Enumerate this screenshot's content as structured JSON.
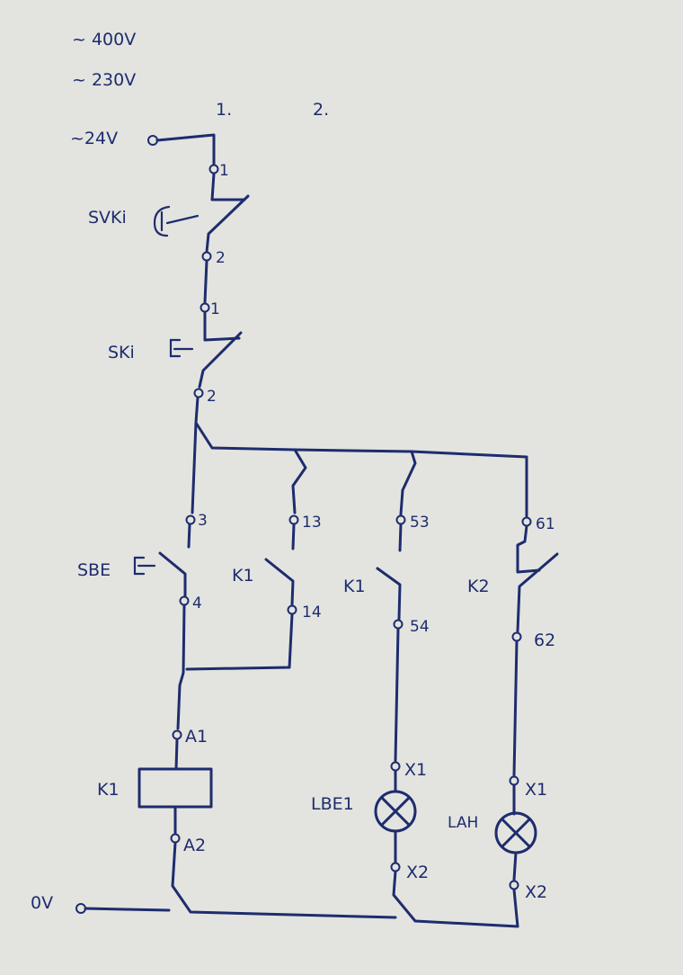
{
  "supply": {
    "v400": "~ 400V",
    "v230": "~ 230V",
    "v24": "~24V",
    "zero": "0V"
  },
  "path_numbers": {
    "p1": "1.",
    "p2": "2."
  },
  "components": {
    "svki": {
      "name": "SVKi",
      "t1": "1",
      "t2": "2"
    },
    "ski": {
      "name": "SKi",
      "t1": "1",
      "t2": "2"
    },
    "sbe": {
      "name": "SBE",
      "t1": "3",
      "t2": "4"
    },
    "k1_hold": {
      "name": "K1",
      "t1": "13",
      "t2": "14"
    },
    "k1_signal": {
      "name": "K1",
      "t1": "53",
      "t2": "54"
    },
    "k2_nc": {
      "name": "K2",
      "t1": "61",
      "t2": "62"
    },
    "k1_coil": {
      "name": "K1",
      "t1": "A1",
      "t2": "A2"
    },
    "lbe1": {
      "name": "LBE1",
      "t1": "X1",
      "t2": "X2"
    },
    "lah": {
      "name": "LAH",
      "t1": "X1",
      "t2": "X2"
    }
  }
}
